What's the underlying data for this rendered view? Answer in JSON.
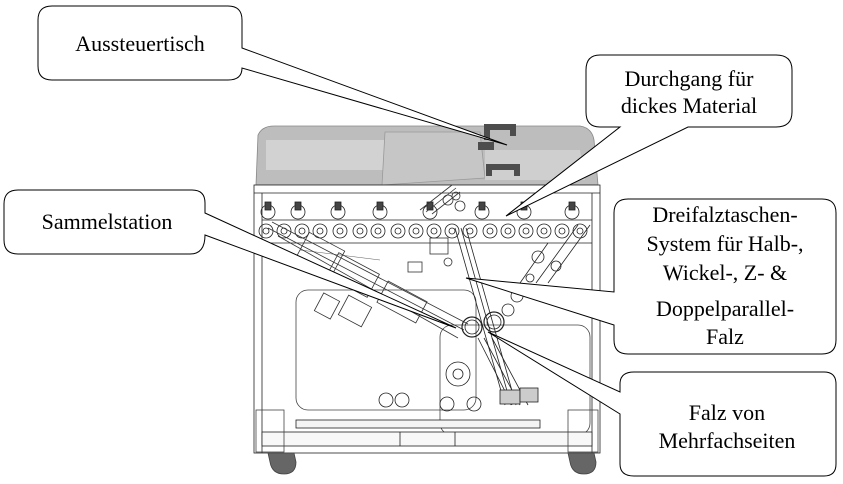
{
  "diagram": {
    "subject": "Paper folding machine – front view technical drawing",
    "callouts": [
      {
        "id": "aussteuertisch",
        "lines": [
          "Aussteuertisch"
        ]
      },
      {
        "id": "durchgang",
        "lines": [
          "Durchgang für",
          "dickes Material"
        ]
      },
      {
        "id": "sammelstation",
        "lines": [
          "Sammelstation"
        ]
      },
      {
        "id": "dreifalztaschen",
        "lines": [
          "Dreifalztaschen-",
          "System für Halb-,",
          "Wickel-, Z- &",
          "Doppelparallel-",
          "Falz"
        ]
      },
      {
        "id": "mehrfachseiten",
        "lines": [
          "Falz von",
          "Mehrfachseiten"
        ]
      }
    ],
    "colors": {
      "tray_fill": "#b8b8b8",
      "tray_light": "#d0d0d0",
      "handle": "#555555",
      "line": "#000000",
      "wheel": "#666666",
      "bubble_fill": "#ffffff"
    }
  }
}
